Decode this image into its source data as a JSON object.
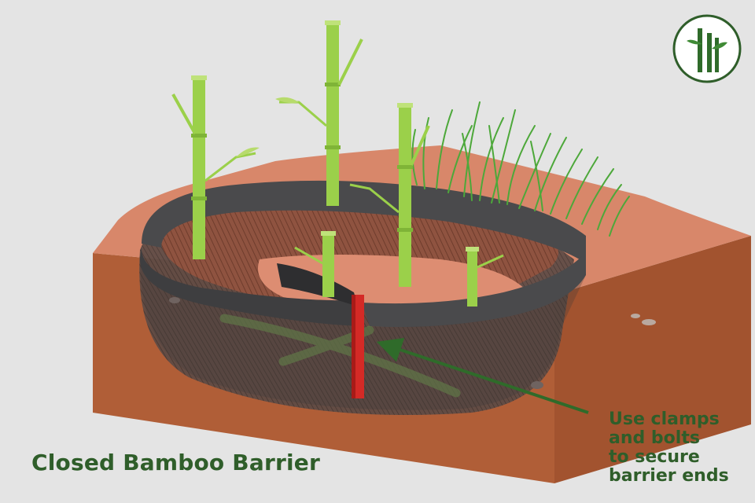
{
  "title": "Closed Bamboo Barrier",
  "annotation": {
    "lines": [
      "Use clamps",
      "and bolts",
      "to secure",
      "barrier ends"
    ]
  },
  "logo": {
    "icon": "bamboo-logo-icon"
  },
  "colors": {
    "background": "#e4e4e4",
    "soil_side": "#b05e37",
    "soil_top": "#d8876a",
    "bamboo": "#9bd04a",
    "barrier": "#4a4a4c",
    "clamp": "#d42a26",
    "text_green": "#2f5e2a"
  }
}
